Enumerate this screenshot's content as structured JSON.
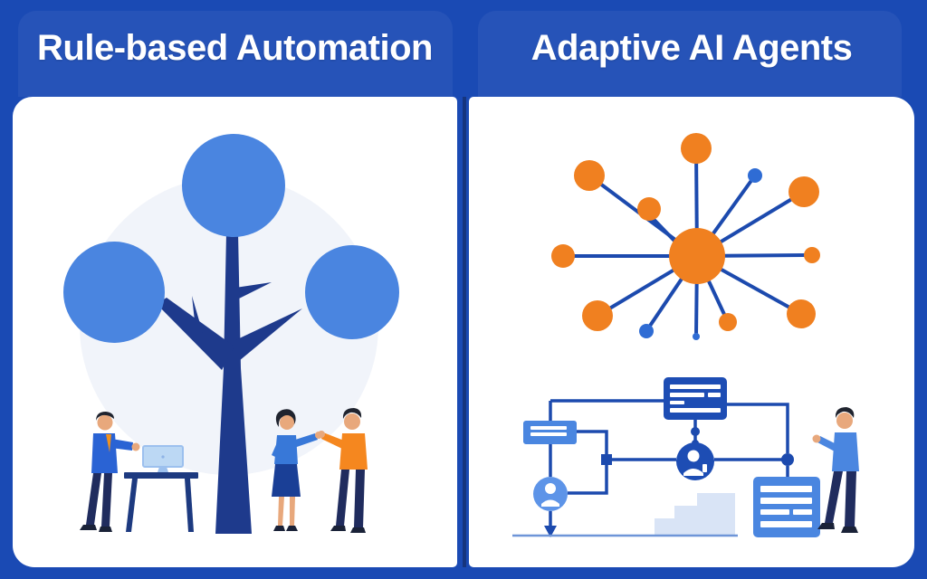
{
  "panels": {
    "left": {
      "title": "Rule-based Automation",
      "illustration": "decision-tree with three fixed nodes, worker at computer desk, two people shaking hands"
    },
    "right": {
      "title": "Adaptive AI Agents",
      "illustration": "hub-and-spoke agent network, adaptive workflow flowchart with user avatars, person interacting"
    }
  },
  "icons": {
    "left": [
      "tree-node-circle",
      "tree-trunk",
      "computer-monitor-icon",
      "desk",
      "standing-man-figure",
      "handshake-pair"
    ],
    "right": [
      "network-hub-node",
      "network-node",
      "network-spoke",
      "flow-card",
      "user-avatar-icon",
      "down-arrow-icon",
      "stairs-shape",
      "standing-person-figure"
    ]
  },
  "colors": {
    "frame_blue": "#1a4ab4",
    "divider_navy": "#16357e",
    "pale_circle": "#f1f4fa",
    "foliage_blue": "#4a85e0",
    "trunk_navy": "#1e3a8c",
    "skin": "#e8a87c",
    "hair_dark": "#20242f",
    "jacket_blue": "#2a63d4",
    "tie_orange": "#f0921e",
    "pants_navy": "#202c5e",
    "shoe_dark": "#1a2238",
    "desk_navy": "#1d3a80",
    "monitor_screen": "#bcd8f4",
    "monitor_frame": "#9cc0ee",
    "woman_top_blue": "#3878d8",
    "skirt_navy": "#1a3f96",
    "shirt_orange": "#f5871f",
    "network_orange": "#f08020",
    "network_blue_node": "#2f6cd4",
    "network_line": "#1c4aae",
    "card_dark": "#1d4db4",
    "card_mid": "#4a86e0",
    "card_light": "#5d94e8",
    "stairs_blue": "#d9e4f6",
    "baseline_blue": "#6e95d8"
  }
}
